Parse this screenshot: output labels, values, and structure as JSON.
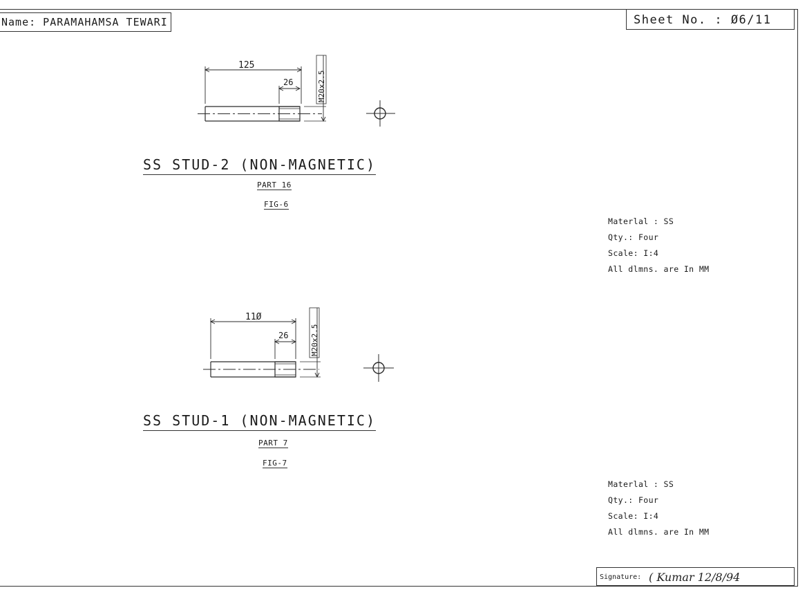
{
  "header": {
    "name": "Name: PARAMAHAMSA TEWARI",
    "sheet_no": "Sheet No. : Ø6/11"
  },
  "fig6": {
    "dim_total": "125",
    "dim_thread": "26",
    "thread_spec": "M20x2.5",
    "title": "SS STUD-2 (NON-MAGNETIC)",
    "part": "PART 16",
    "fig": "FIG-6"
  },
  "fig7": {
    "dim_total": "11Ø",
    "dim_thread": "26",
    "thread_spec": "M20x2.5",
    "title": "SS STUD-1 (NON-MAGNETIC)",
    "part": "PART 7",
    "fig": "FIG-7"
  },
  "notes_upper": {
    "material": "Materlal : SS",
    "qty": "Qty.: Four",
    "scale": "Scale: I:4",
    "dims": "All dlmns. are In MM"
  },
  "notes_lower": {
    "material": "Materlal : SS",
    "qty": "Qty.: Four",
    "scale": "Scale: I:4",
    "dims": "All dlmns. are In MM"
  },
  "signature": {
    "label": "Signature:",
    "handwritten": "( Kumar 12/8/94"
  }
}
